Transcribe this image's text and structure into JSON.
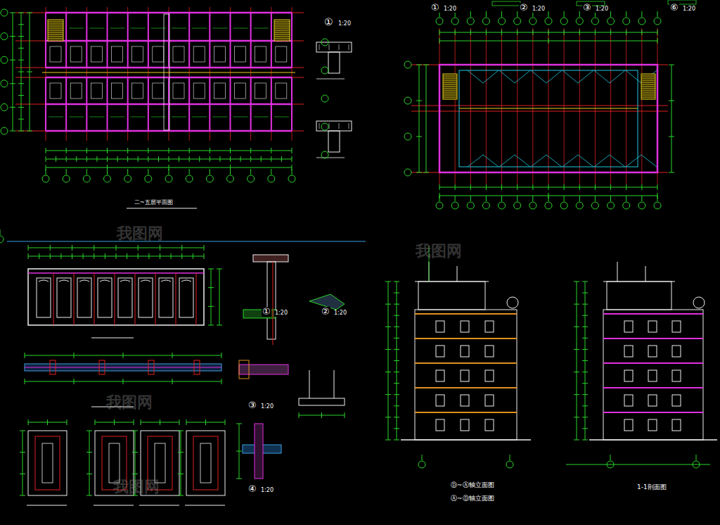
{
  "diagram": {
    "labels": [
      "①",
      "1:20",
      "二~五层平面图",
      "①",
      "1:20",
      "②",
      "1:20",
      "③",
      "1:20",
      "⑥",
      "1:20",
      "①",
      "1:20",
      "②",
      "1:20",
      "③",
      "1:20",
      "④",
      "1:20",
      "Ⓓ~Ⓐ轴立面图",
      "Ⓐ~Ⓓ轴立面图",
      "1-1剖面图",
      "我图网",
      "我图网",
      "我图网",
      "我图网"
    ]
  }
}
